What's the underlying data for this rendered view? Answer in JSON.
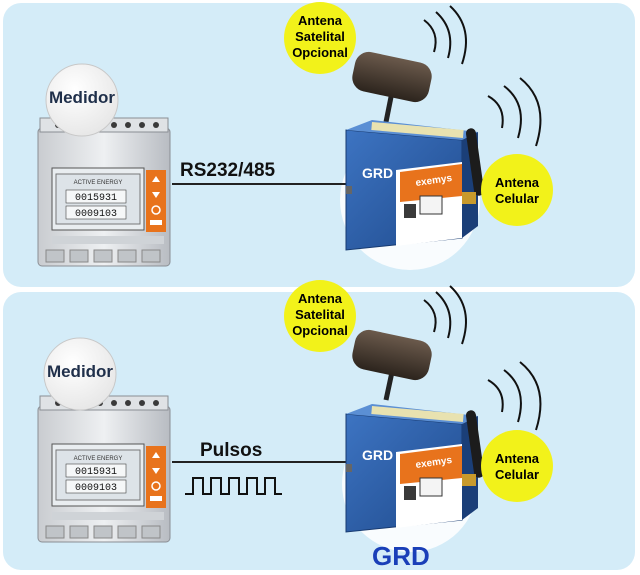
{
  "top_section": {
    "meter_label": "Medidor",
    "connection_label": "RS232/485",
    "satellite_antenna_label": [
      "Antena",
      "Satelital",
      "Opcional"
    ],
    "cellular_antenna_label": [
      "Antena",
      "Celular"
    ],
    "device_label": "GRD",
    "device_brand": "exemys",
    "meter_screen_title": "ACTIVE ENERGY",
    "meter_reading_1": "0015931",
    "meter_reading_2": "0009103"
  },
  "bottom_section": {
    "meter_label": "Medidor",
    "connection_label": "Pulsos",
    "satellite_antenna_label": [
      "Antena",
      "Satelital",
      "Opcional"
    ],
    "cellular_antenna_label": [
      "Antena",
      "Celular"
    ],
    "device_label": "GRD",
    "device_brand": "exemys",
    "meter_screen_title": "ACTIVE ENERGY",
    "meter_reading_1": "0015931",
    "meter_reading_2": "0009103"
  },
  "footer_title": "GRD",
  "colors": {
    "panel_background": "#d4ecf8",
    "callout_yellow": "#f2f21a",
    "device_blue": "#2c5fa8",
    "device_orange": "#e8731c",
    "footer_title_blue": "#1a3fb8"
  }
}
